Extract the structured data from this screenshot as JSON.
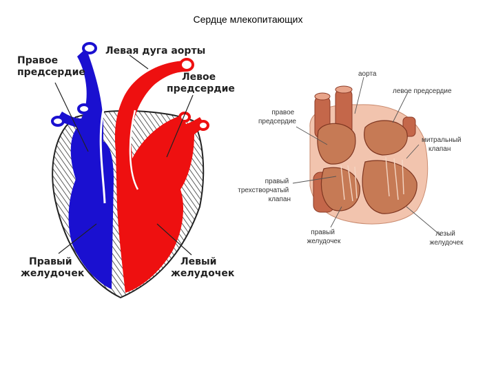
{
  "slide": {
    "title": "Сердце млекопитающих"
  },
  "schematic": {
    "labels": {
      "right_atrium": [
        "Правое",
        "предсердие"
      ],
      "left_aortic_arch": "Левая дуга аорты",
      "left_atrium": [
        "Левое",
        "предсердие"
      ],
      "right_ventricle": [
        "Правый",
        "желудочек"
      ],
      "left_ventricle": [
        "Левый",
        "желудочек"
      ]
    },
    "colors": {
      "venous": "#1a10d0",
      "arterial": "#ee1010",
      "wall_hatch": "#333333"
    }
  },
  "anatomical": {
    "labels": {
      "aorta": "аорта",
      "left_atrium": "левое предсердие",
      "right_atrium": [
        "правое",
        "предсердие"
      ],
      "mitral_valve": [
        "митральный",
        "клапан"
      ],
      "tricuspid_valve": [
        "правый",
        "трехстворчатый",
        "клапан"
      ],
      "right_ventricle": [
        "правый",
        "желудочек"
      ],
      "left_ventricle": [
        "лезый",
        "желудочек"
      ]
    },
    "colors": {
      "muscle": "#b8573a",
      "tissue": "#f2c4ae",
      "chamber": "#c67a55"
    }
  }
}
